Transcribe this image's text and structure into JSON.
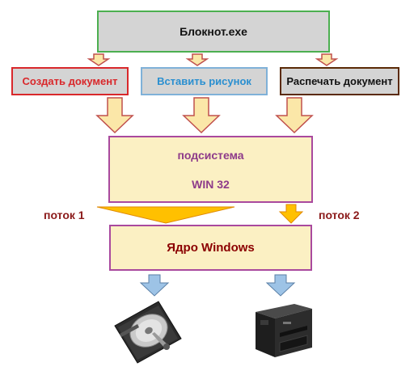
{
  "top": {
    "label": "Блокнот.exe"
  },
  "actions": [
    {
      "label": "Создать документ",
      "color": "#d9282b"
    },
    {
      "label": "Вставить рисунок",
      "color": "#2a8fd0"
    },
    {
      "label": "Распечать документ",
      "color": "#111111"
    }
  ],
  "subsystem": {
    "line1": "подсистема",
    "line2": "WIN 32"
  },
  "threads": {
    "left": "поток 1",
    "right": "поток 2"
  },
  "kernel": {
    "label": "Ядро Windows"
  },
  "colors": {
    "arrow_fill": "#fbe7a8",
    "arrow_stroke": "#c0504d",
    "thread_arrow": "#ffc000",
    "device_arrow": "#9dc3e6"
  },
  "devices": [
    {
      "icon": "hard-drive-icon"
    },
    {
      "icon": "printer-icon"
    }
  ]
}
